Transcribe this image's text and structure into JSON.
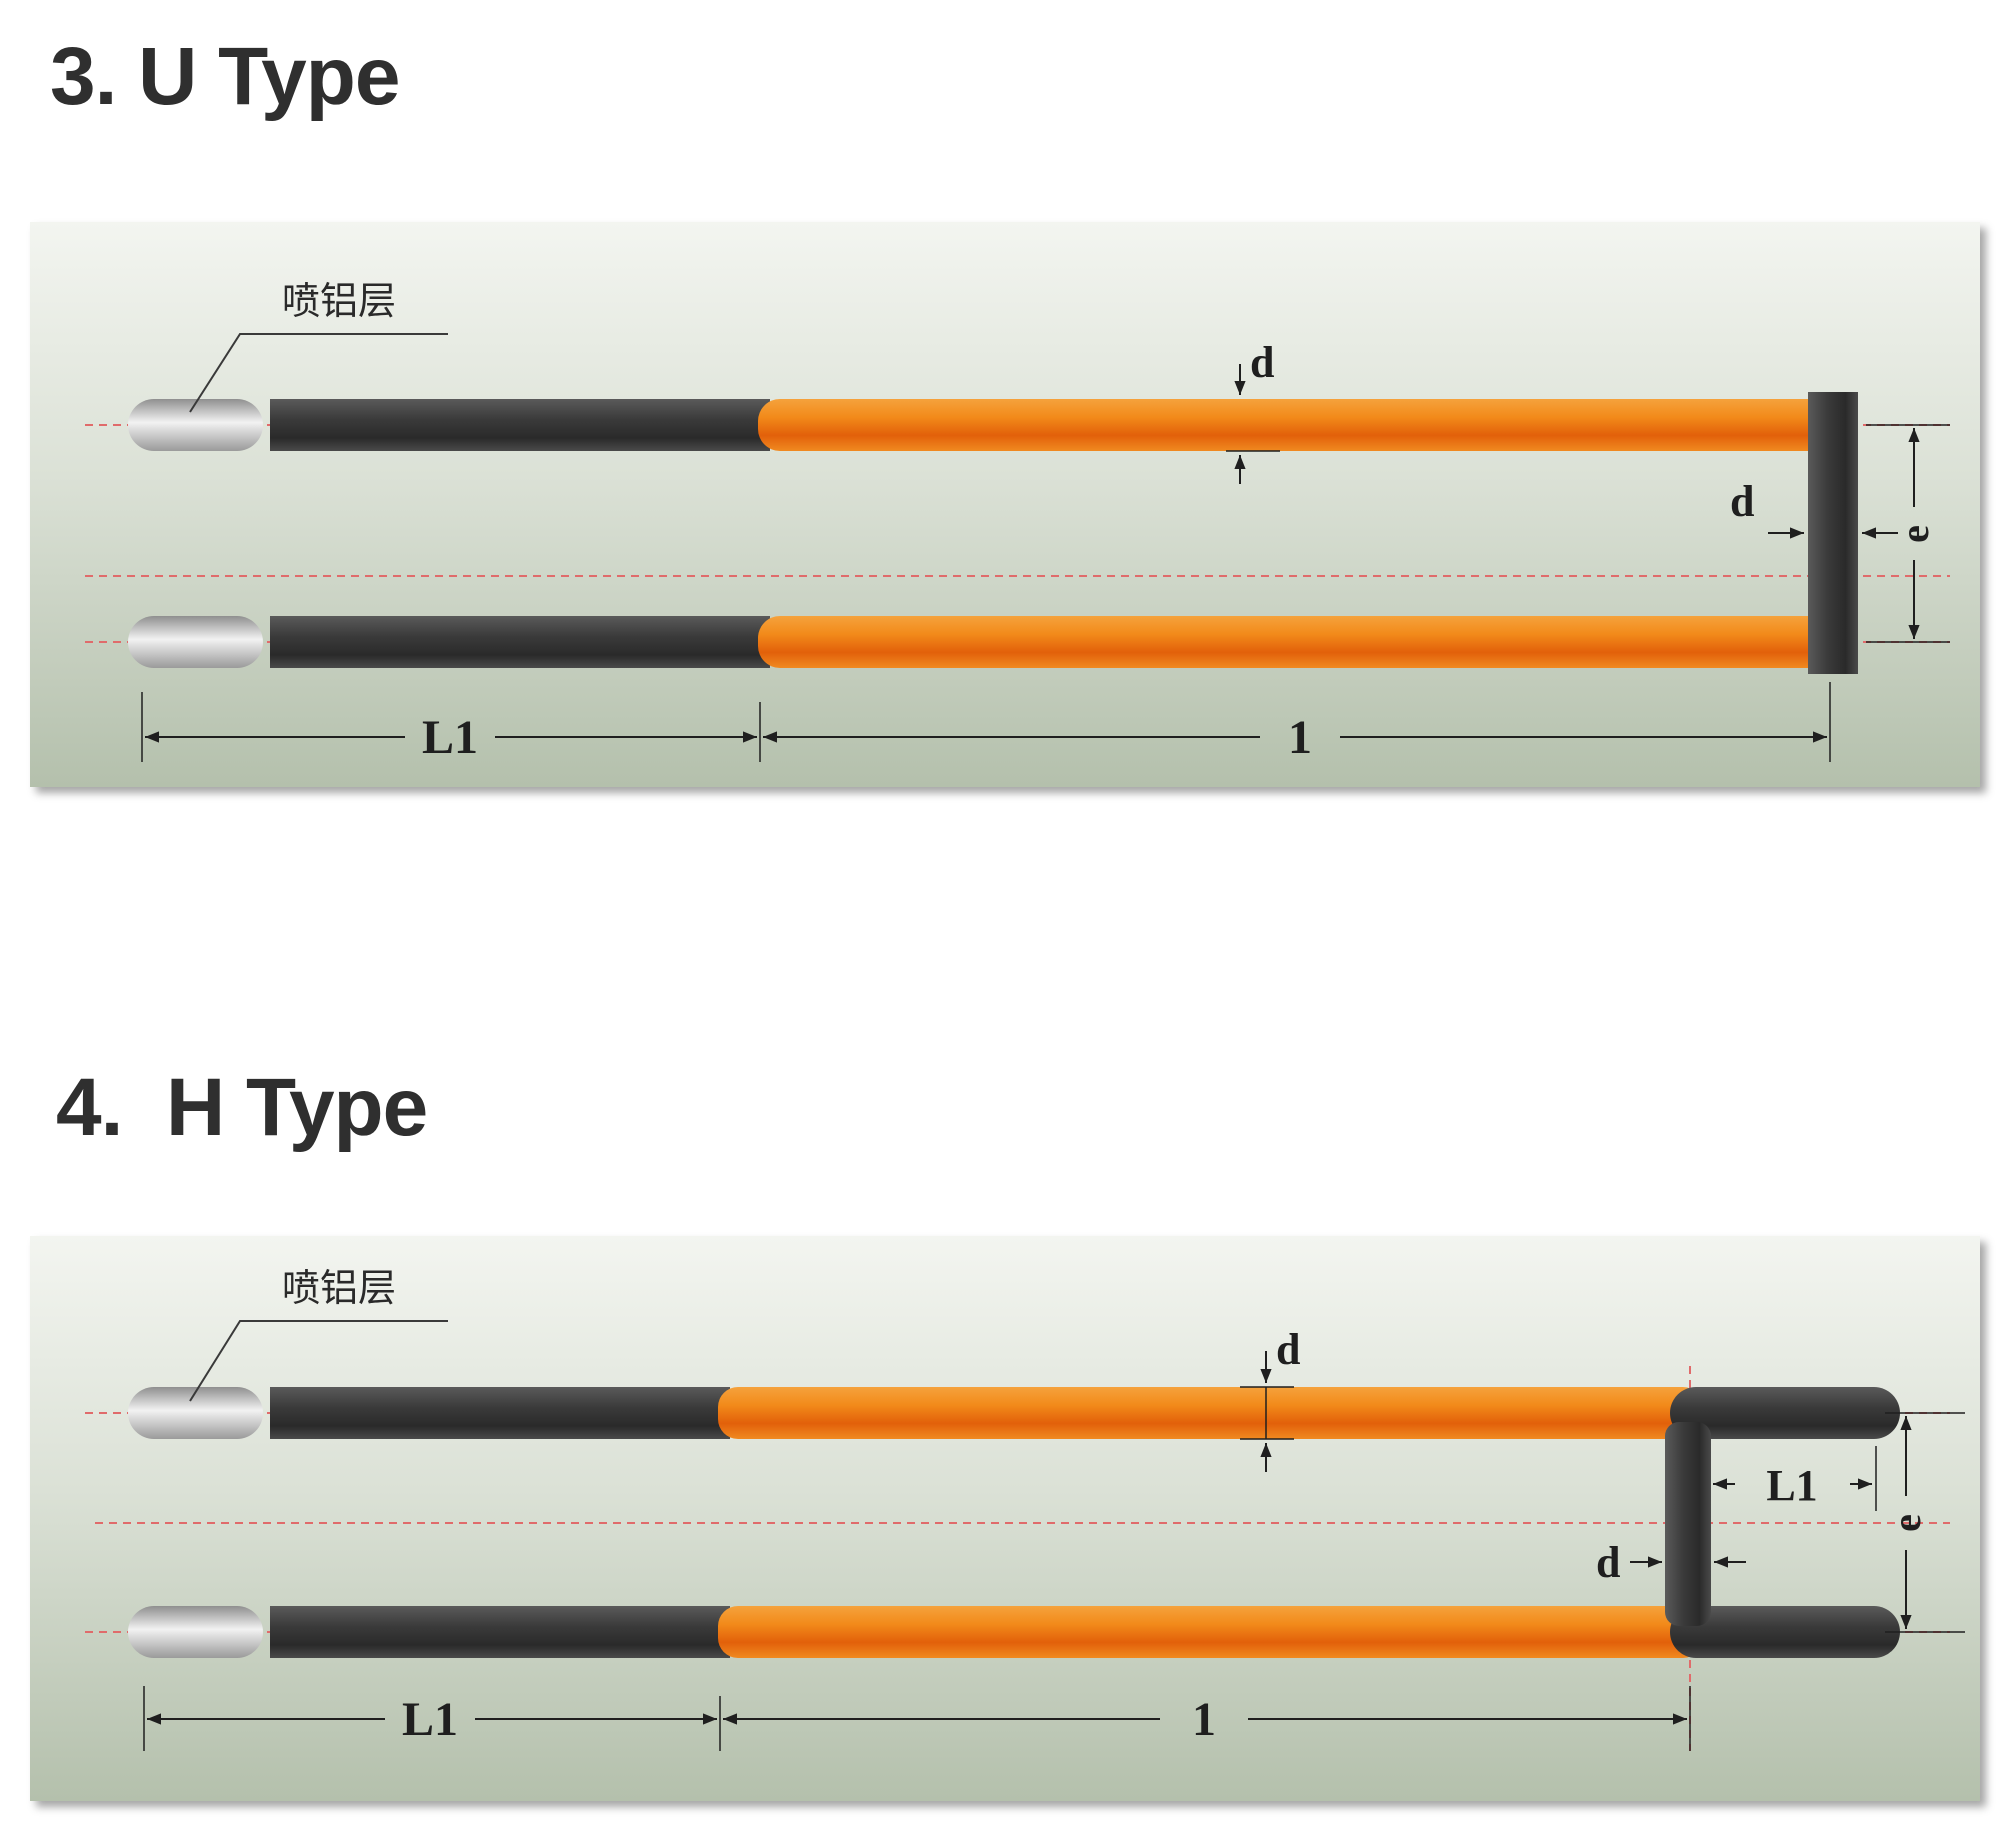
{
  "sections": [
    {
      "title": "3. U Type",
      "coating_label": "喷铝层",
      "labels": {
        "d": "d",
        "e": "e",
        "L1": "L1",
        "l": "1"
      }
    },
    {
      "title": "4.  H Type",
      "coating_label": "喷铝层",
      "labels": {
        "d": "d",
        "e": "e",
        "L1": "L1",
        "l": "1"
      }
    }
  ],
  "colors": {
    "hot_zone": "#f07d12",
    "cold_end": "#3a3a3a",
    "coating": "#bfbfbf",
    "centerline": "#e06b6b"
  }
}
